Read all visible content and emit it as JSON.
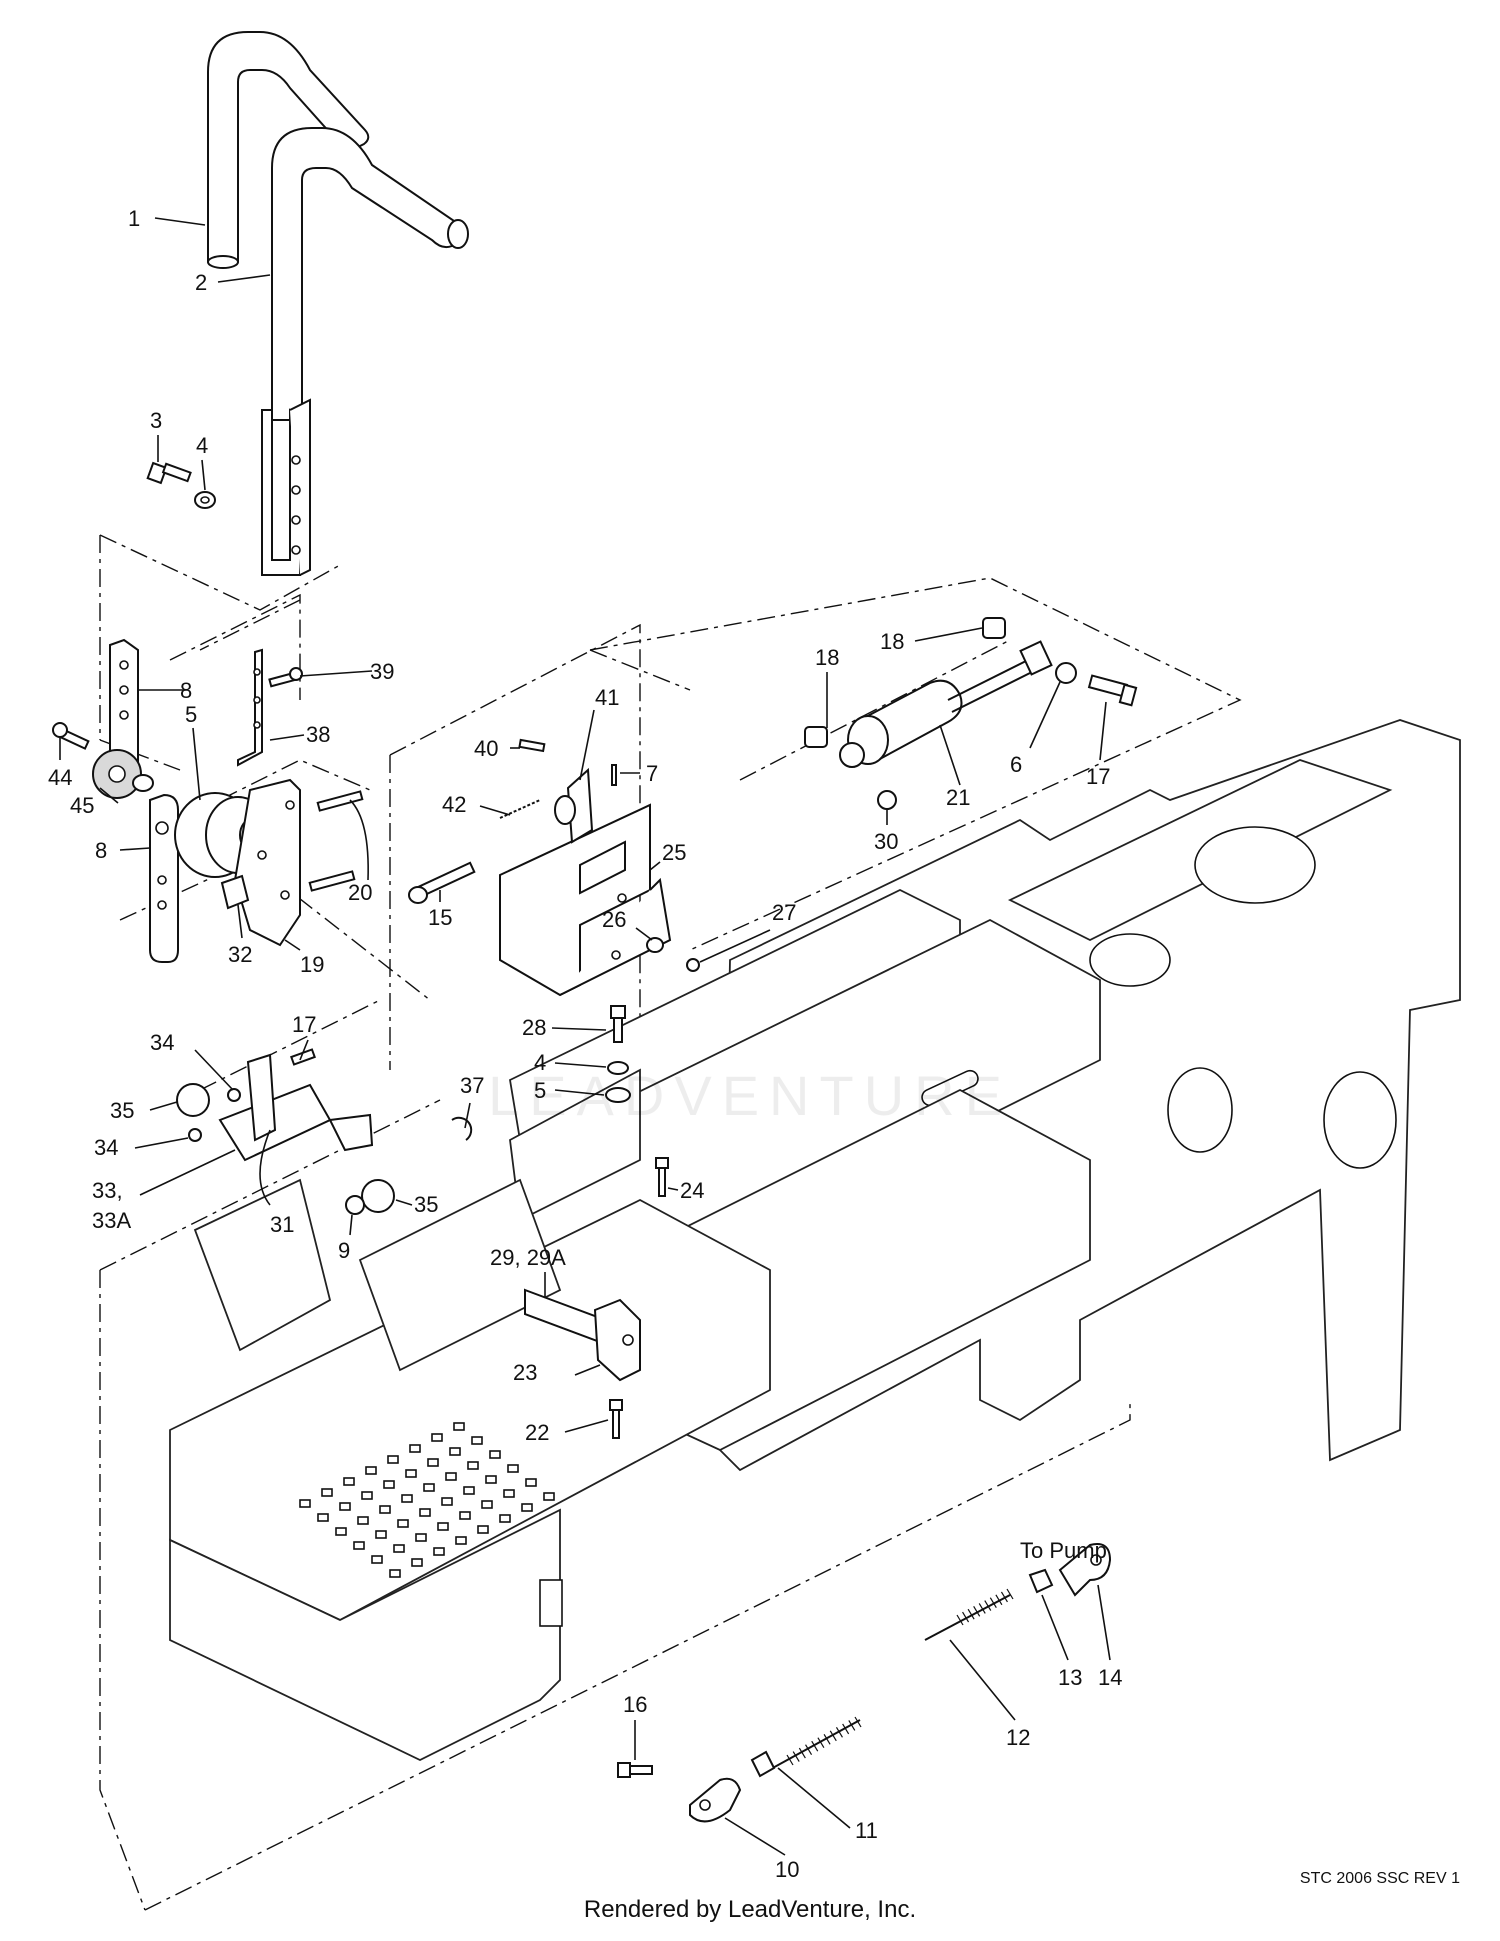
{
  "diagram": {
    "callouts": [
      {
        "id": "c1",
        "text": "1"
      },
      {
        "id": "c2",
        "text": "2"
      },
      {
        "id": "c3",
        "text": "3"
      },
      {
        "id": "c4a",
        "text": "4"
      },
      {
        "id": "c8a",
        "text": "8"
      },
      {
        "id": "c39",
        "text": "39"
      },
      {
        "id": "c38",
        "text": "38"
      },
      {
        "id": "c44",
        "text": "44"
      },
      {
        "id": "c5a",
        "text": "5"
      },
      {
        "id": "c45",
        "text": "45"
      },
      {
        "id": "c8b",
        "text": "8"
      },
      {
        "id": "c20",
        "text": "20"
      },
      {
        "id": "c19",
        "text": "19"
      },
      {
        "id": "c32",
        "text": "32"
      },
      {
        "id": "c18a",
        "text": "18"
      },
      {
        "id": "c18b",
        "text": "18"
      },
      {
        "id": "c6",
        "text": "6"
      },
      {
        "id": "c17a",
        "text": "17"
      },
      {
        "id": "c21",
        "text": "21"
      },
      {
        "id": "c30",
        "text": "30"
      },
      {
        "id": "c41",
        "text": "41"
      },
      {
        "id": "c40",
        "text": "40"
      },
      {
        "id": "c7",
        "text": "7"
      },
      {
        "id": "c42",
        "text": "42"
      },
      {
        "id": "c25",
        "text": "25"
      },
      {
        "id": "c15",
        "text": "15"
      },
      {
        "id": "c26",
        "text": "26"
      },
      {
        "id": "c27",
        "text": "27"
      },
      {
        "id": "c28",
        "text": "28"
      },
      {
        "id": "c4b",
        "text": "4"
      },
      {
        "id": "c5b",
        "text": "5"
      },
      {
        "id": "c17b",
        "text": "17"
      },
      {
        "id": "c34a",
        "text": "34"
      },
      {
        "id": "c35a",
        "text": "35"
      },
      {
        "id": "c34b",
        "text": "34"
      },
      {
        "id": "c33",
        "text": "33,"
      },
      {
        "id": "c33A",
        "text": "33A"
      },
      {
        "id": "c31",
        "text": "31"
      },
      {
        "id": "c9",
        "text": "9"
      },
      {
        "id": "c35b",
        "text": "35"
      },
      {
        "id": "c37",
        "text": "37"
      },
      {
        "id": "c24",
        "text": "24"
      },
      {
        "id": "c29",
        "text": "29, 29A"
      },
      {
        "id": "c23",
        "text": "23"
      },
      {
        "id": "c22",
        "text": "22"
      },
      {
        "id": "c14",
        "text": "14"
      },
      {
        "id": "c13",
        "text": "13"
      },
      {
        "id": "c12",
        "text": "12"
      },
      {
        "id": "c16",
        "text": "16"
      },
      {
        "id": "c11",
        "text": "11"
      },
      {
        "id": "c10",
        "text": "10"
      }
    ],
    "note_to_pump": "To Pump",
    "watermark": "LEADVENTURE"
  },
  "footer": {
    "rendered_by": "Rendered by LeadVenture, Inc.",
    "drawing_id": "STC 2006 SSC REV 1"
  }
}
